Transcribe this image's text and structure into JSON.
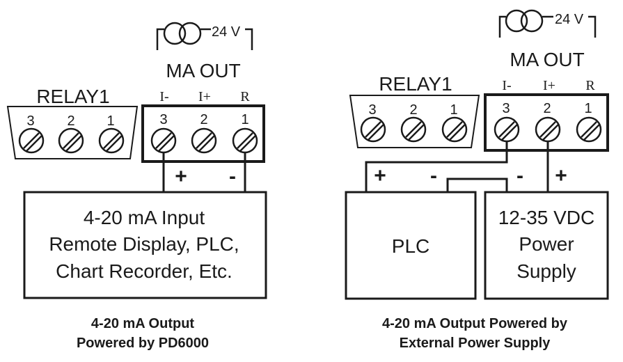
{
  "left": {
    "relay": {
      "title": "RELAY1",
      "pins": [
        "3",
        "2",
        "1"
      ]
    },
    "ma_out": {
      "voltage": "24 V",
      "title": "MA OUT",
      "labels": [
        "I-",
        "I+",
        "R"
      ],
      "pins": [
        "3",
        "2",
        "1"
      ]
    },
    "polarity": {
      "plus": "+",
      "minus": "-"
    },
    "device": {
      "lines": [
        "4-20 mA Input",
        "Remote Display, PLC,",
        "Chart Recorder, Etc."
      ]
    },
    "caption": [
      "4-20 mA Output",
      "Powered by PD6000"
    ]
  },
  "right": {
    "relay": {
      "title": "RELAY1",
      "pins": [
        "3",
        "2",
        "1"
      ]
    },
    "ma_out": {
      "voltage": "24 V",
      "title": "MA OUT",
      "labels": [
        "I-",
        "I+",
        "R"
      ],
      "pins": [
        "3",
        "2",
        "1"
      ]
    },
    "plc": {
      "label": "PLC",
      "plus": "+",
      "minus": "-"
    },
    "supply": {
      "lines": [
        "12-35 VDC",
        "Power",
        "Supply"
      ],
      "plus": "+",
      "minus": "-"
    },
    "caption": [
      "4-20 mA Output Powered by",
      "External Power Supply"
    ]
  }
}
